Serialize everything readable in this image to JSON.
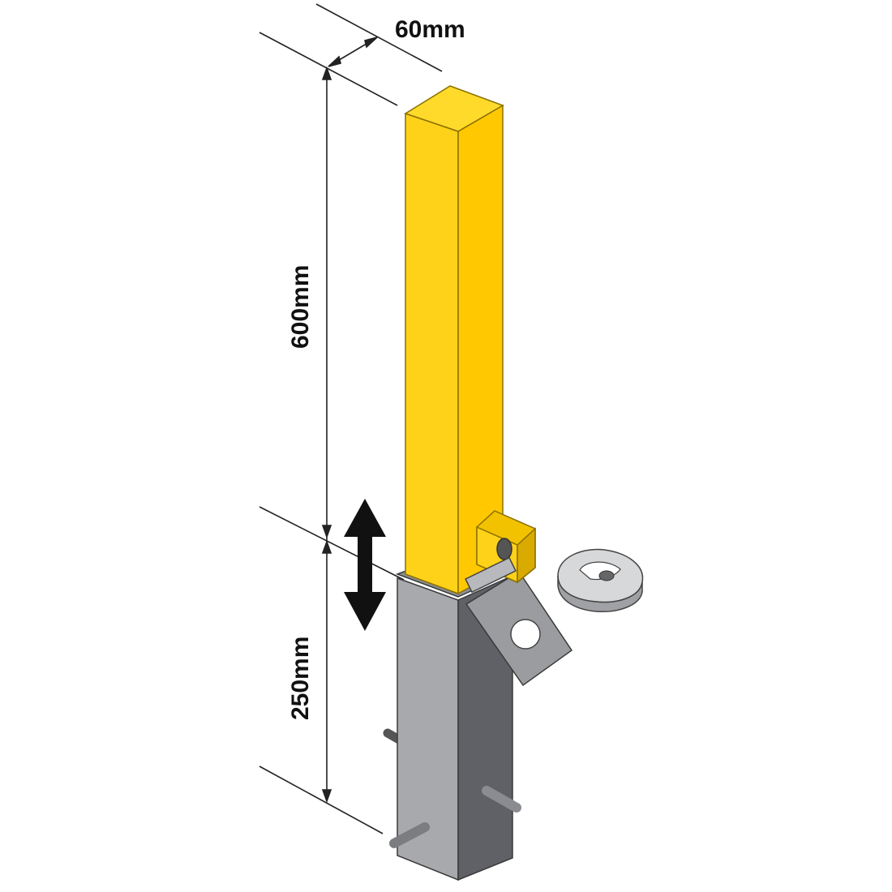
{
  "dimensions": {
    "width_label": "60mm",
    "height_label": "600mm",
    "base_label": "250mm"
  },
  "colors": {
    "post_front": "#FFD21A",
    "post_side": "#FFC800",
    "post_top": "#FFDA2A",
    "base_front": "#A7A9AC",
    "base_side": "#5F6166",
    "outline": "#333333",
    "dimension_line": "#222222"
  },
  "icons": [
    "up-down-arrow-icon",
    "padlock-icon"
  ]
}
